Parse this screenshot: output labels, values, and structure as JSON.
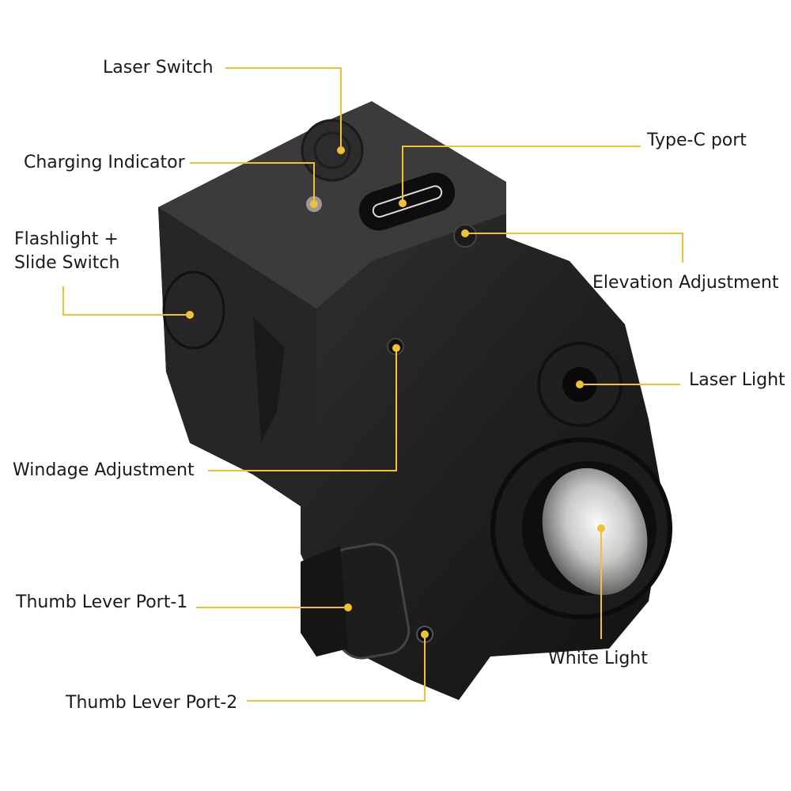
{
  "accent_color": "#F2C12E",
  "device": {
    "name_icon": "flashlight-laser-device"
  },
  "callouts": {
    "laser_switch": "Laser Switch",
    "charging_indicator": "Charging Indicator",
    "type_c_port": "Type-C port",
    "flashlight_switch_line1": "Flashlight +",
    "flashlight_switch_line2": "Slide Switch",
    "elevation_adjustment": "Elevation Adjustment",
    "laser_light": "Laser Light",
    "windage_adjustment": "Windage Adjustment",
    "white_light": "White Light",
    "thumb_lever_port_1": "Thumb Lever Port-1",
    "thumb_lever_port_2": "Thumb Lever Port-2"
  }
}
